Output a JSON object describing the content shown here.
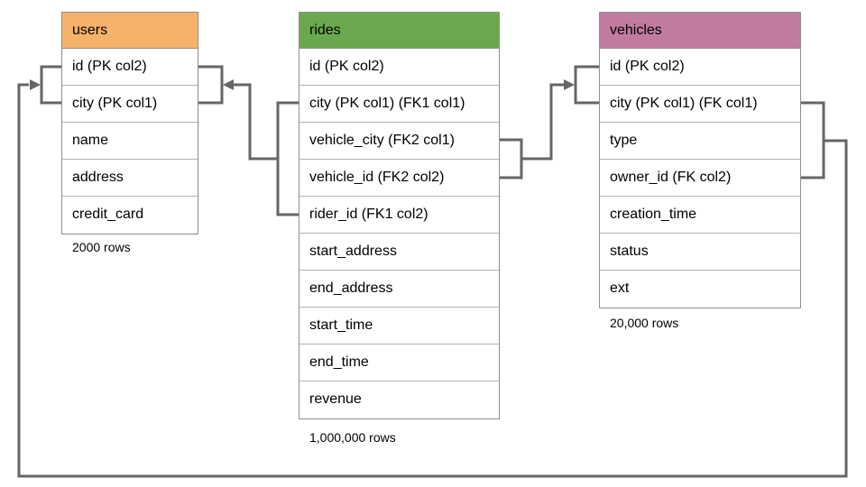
{
  "colors": {
    "users_header": "#f6b26b",
    "rides_header": "#6aa84f",
    "vehicles_header": "#c27ba0",
    "table_border": "#8f8f8f",
    "connector_line": "#666666"
  },
  "tables": {
    "users": {
      "name": "users",
      "rows_label": "2000 rows",
      "columns": [
        "id (PK col2)",
        "city (PK col1)",
        "name",
        "address",
        "credit_card"
      ]
    },
    "rides": {
      "name": "rides",
      "rows_label": "1,000,000 rows",
      "columns": [
        "id (PK col2)",
        "city (PK col1) (FK1 col1)",
        "vehicle_city (FK2 col1)",
        "vehicle_id (FK2 col2)",
        "rider_id (FK1 col2)",
        "start_address",
        "end_address",
        "start_time",
        "end_time",
        "revenue"
      ]
    },
    "vehicles": {
      "name": "vehicles",
      "rows_label": "20,000 rows",
      "columns": [
        "id (PK col2)",
        "city (PK col1) (FK col1)",
        "type",
        "owner_id (FK col2)",
        "creation_time",
        "status",
        "ext"
      ]
    }
  },
  "relationships": [
    {
      "name": "rides-fk1-users",
      "from_columns": "rides.city (FK1 col1), rides.rider_id (FK1 col2)",
      "to_columns": "users.id (PK col2), users.city (PK col1)"
    },
    {
      "name": "rides-fk2-vehicles",
      "from_columns": "rides.vehicle_city (FK2 col1), rides.vehicle_id (FK2 col2)",
      "to_columns": "vehicles.id (PK col2), vehicles.city (PK col1)"
    },
    {
      "name": "vehicles-fk-users",
      "from_columns": "vehicles.city (FK col1), vehicles.owner_id (FK col2)",
      "to_columns": "users.id (PK col2), users.city (PK col1)"
    }
  ]
}
